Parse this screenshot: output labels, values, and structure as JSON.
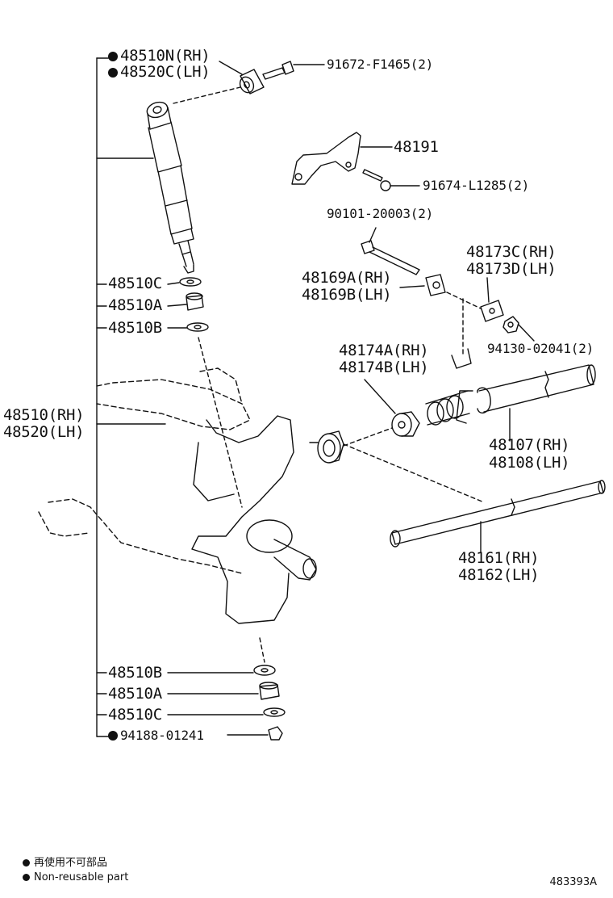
{
  "parts": {
    "p48510N": "48510N(RH)",
    "p48520C": "48520C(LH)",
    "p91672": "91672-F1465(2)",
    "p48191": "48191",
    "p91674": "91674-L1285(2)",
    "p90101": "90101-20003(2)",
    "p48173C": "48173C(RH)",
    "p48173D": "48173D(LH)",
    "p48169A": "48169A(RH)",
    "p48169B": "48169B(LH)",
    "p94130": "94130-02041(2)",
    "p48510C_top": "48510C",
    "p48510A_top": "48510A",
    "p48510B_top": "48510B",
    "p48174A": "48174A(RH)",
    "p48174B": "48174B(LH)",
    "p48510": "48510(RH)",
    "p48520": "48520(LH)",
    "p48107": "48107(RH)",
    "p48108": "48108(LH)",
    "p48161": "48161(RH)",
    "p48162": "48162(LH)",
    "p48510B_bot": "48510B",
    "p48510A_bot": "48510A",
    "p48510C_bot": "48510C",
    "p94188": "94188-01241"
  },
  "legend": {
    "jp": "再使用不可部品",
    "en": "Non-reusable part"
  },
  "diagram_code": "483393A"
}
